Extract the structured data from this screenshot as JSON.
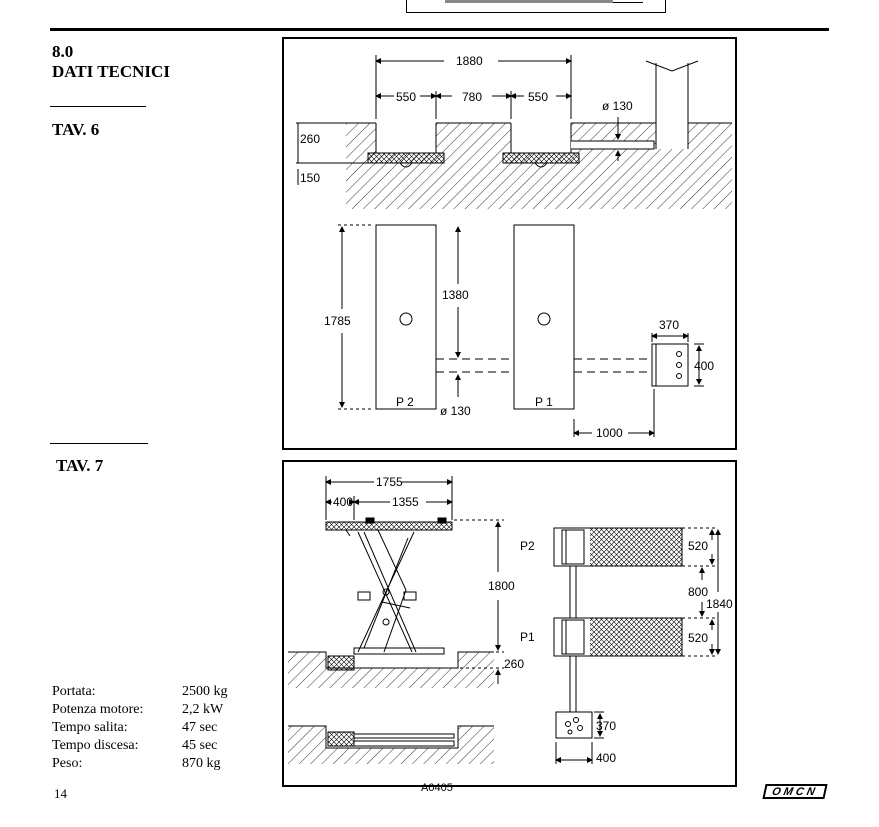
{
  "section": {
    "number": "8.0",
    "title": "DATI TECNICI"
  },
  "tav6": {
    "label": "TAV. 6",
    "dims": {
      "overall_width": "1880",
      "pit_left": "550",
      "gap": "780",
      "pit_right": "550",
      "pipe_top": "ø 130",
      "depth": "260",
      "base": "150",
      "length": "1785",
      "partial": "1380",
      "pipe_bottom": "ø 130",
      "unit_width": "370",
      "unit_depth": "400",
      "unit_distance": "1000"
    },
    "platforms": {
      "p2": "P 2",
      "p1": "P 1"
    }
  },
  "tav7": {
    "label": "TAV. 7",
    "dims": {
      "total": "1755",
      "left": "400",
      "right": "1355",
      "height": "1800",
      "pit": "260",
      "w_top": "520",
      "between": "800",
      "overall": "1840",
      "w_bottom": "520",
      "unit_h": "370",
      "unit_w": "400"
    },
    "platforms": {
      "p2": "P2",
      "p1": "P1"
    }
  },
  "specs": [
    {
      "label": "Portata:",
      "value": "2500 kg"
    },
    {
      "label": "Potenza motore:",
      "value": "2,2 kW"
    },
    {
      "label": "Tempo salita:",
      "value": "47 sec"
    },
    {
      "label": "Tempo discesa:",
      "value": "45 sec"
    },
    {
      "label": "Peso:",
      "value": "870 kg"
    }
  ],
  "footer": {
    "page_number": "14",
    "code": "A0405",
    "logo": "OMCN"
  }
}
